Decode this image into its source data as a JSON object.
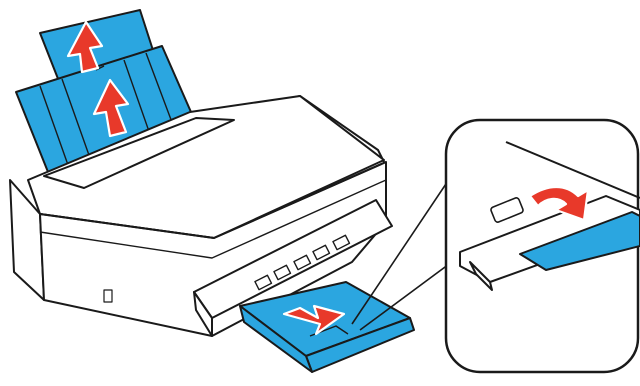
{
  "illustration": {
    "kind": "printer-paper-support-setup",
    "colors": {
      "outline": "#1a1a1a",
      "paper_blue": "#2ba6e0",
      "paper_blue_light": "#6cc6ef",
      "arrow_red": "#e8392a",
      "arrow_outline": "#ffffff",
      "background": "#ffffff"
    },
    "callouts": [
      {
        "name": "rear-paper-support-extend-arrow",
        "direction": "up"
      },
      {
        "name": "rear-paper-support-raise-arrow",
        "direction": "up"
      },
      {
        "name": "output-tray-extend-arrow",
        "direction": "out"
      },
      {
        "name": "output-stopper-flip-arrow",
        "direction": "down"
      }
    ]
  }
}
